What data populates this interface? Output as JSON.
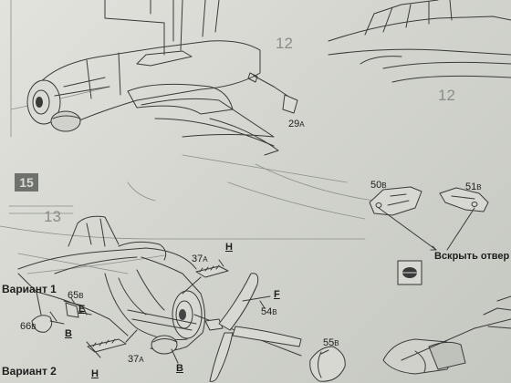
{
  "steps": {
    "box_15": "15",
    "ghost_12_left": "12",
    "ghost_12_right": "12",
    "ghost_13": "13"
  },
  "parts": {
    "p29": {
      "num": "29",
      "suffix": "A"
    },
    "p50": {
      "num": "50",
      "suffix": "B"
    },
    "p51": {
      "num": "51",
      "suffix": "B"
    },
    "p37_top": {
      "num": "37",
      "suffix": "A"
    },
    "p37_bottom": {
      "num": "37",
      "suffix": "A"
    },
    "p65": {
      "num": "65",
      "suffix": "B"
    },
    "p66": {
      "num": "66",
      "suffix": "B"
    },
    "p54": {
      "num": "54",
      "suffix": "B"
    },
    "p55": {
      "num": "55",
      "suffix": "B"
    }
  },
  "paint_letters": {
    "h_top": "H",
    "h_bottom": "H",
    "f": "F",
    "e": "E",
    "b_left": "B",
    "b_bottom": "B"
  },
  "variants": {
    "v1": "Вариант 1",
    "v2": "Вариант 2"
  },
  "note": "Вскрыть отвер"
}
